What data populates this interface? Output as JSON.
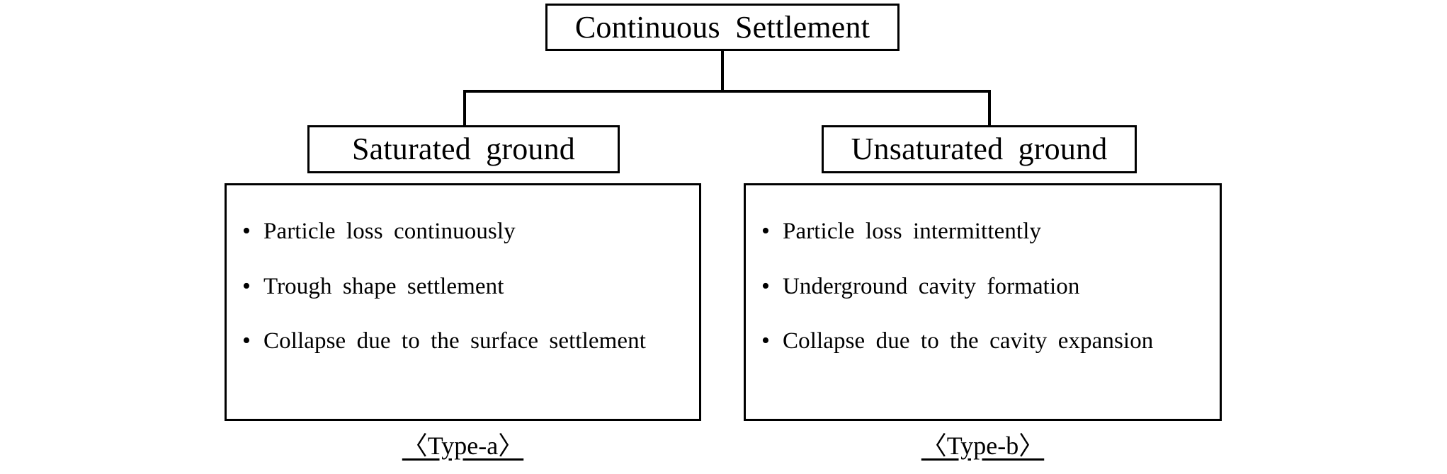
{
  "diagram": {
    "title": "Continuous Settlement classification flow chart",
    "colors": {
      "background": "#ffffff",
      "line": "#000000",
      "text": "#000000"
    },
    "root": {
      "label": "Continuous Settlement"
    },
    "branches": [
      {
        "id": "type-a",
        "label": "Saturated ground",
        "caption": "〈Type-a〉",
        "bullet_marker": "•",
        "items": [
          "Particle loss continuously",
          "Trough shape settlement",
          "Collapse due to the surface settlement"
        ]
      },
      {
        "id": "type-b",
        "label": "Unsaturated ground",
        "caption": "〈Type-b〉",
        "bullet_marker": "•",
        "items": [
          "Particle loss intermittently",
          "Underground cavity formation",
          "Collapse due to the cavity expansion"
        ]
      }
    ]
  }
}
